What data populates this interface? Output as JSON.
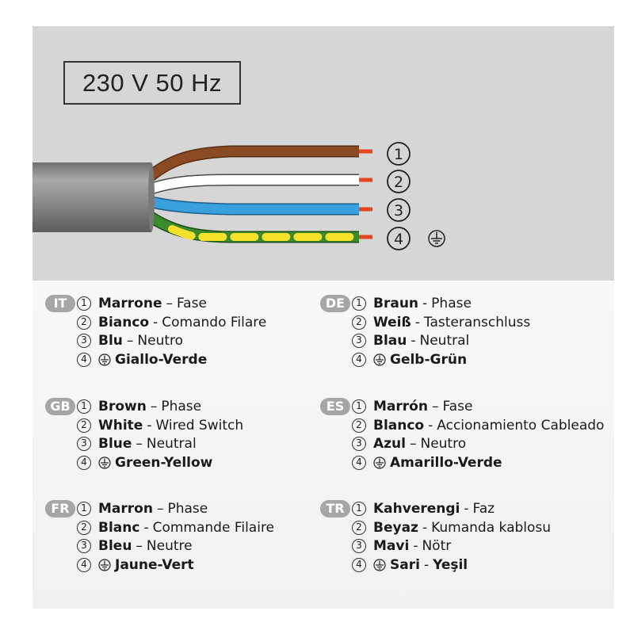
{
  "voltage_label": "230 V  50 Hz",
  "wire_numbers": [
    "1",
    "2",
    "3",
    "4"
  ],
  "wire_colors": {
    "brown": "#8a4a23",
    "white": "#ffffff",
    "blue": "#3aa0dd",
    "green": "#3b8a2e",
    "yellow": "#f5e12c",
    "tip": "#e4471f",
    "jacket": "#8f8f8f"
  },
  "languages": [
    {
      "code": "IT",
      "entries": [
        {
          "num": "1",
          "name": "Marrone",
          "sep": "–",
          "desc": "Fase"
        },
        {
          "num": "2",
          "name": "Bianco",
          "sep": "-",
          "desc": "Comando Filare"
        },
        {
          "num": "3",
          "name": "Blu",
          "sep": "–",
          "desc": "Neutro"
        },
        {
          "num": "4",
          "name": "Giallo-Verde",
          "sep": "",
          "desc": ""
        }
      ]
    },
    {
      "code": "DE",
      "entries": [
        {
          "num": "1",
          "name": "Braun",
          "sep": "-",
          "desc": "Phase"
        },
        {
          "num": "2",
          "name": "Weiß",
          "sep": "-",
          "desc": "Tasteranschluss"
        },
        {
          "num": "3",
          "name": "Blau",
          "sep": "-",
          "desc": "Neutral"
        },
        {
          "num": "4",
          "name": "Gelb-Grün",
          "sep": "",
          "desc": ""
        }
      ]
    },
    {
      "code": "GB",
      "entries": [
        {
          "num": "1",
          "name": "Brown",
          "sep": "–",
          "desc": "Phase"
        },
        {
          "num": "2",
          "name": "White",
          "sep": "-",
          "desc": "Wired Switch"
        },
        {
          "num": "3",
          "name": "Blue",
          "sep": "–",
          "desc": "Neutral"
        },
        {
          "num": "4",
          "name": "Green-Yellow",
          "sep": "",
          "desc": ""
        }
      ]
    },
    {
      "code": "ES",
      "entries": [
        {
          "num": "1",
          "name": "Marrón",
          "sep": "–",
          "desc": "Fase"
        },
        {
          "num": "2",
          "name": "Blanco",
          "sep": "-",
          "desc": "Accionamiento Cableado"
        },
        {
          "num": "3",
          "name": "Azul",
          "sep": "–",
          "desc": "Neutro"
        },
        {
          "num": "4",
          "name": "Amarillo-Verde",
          "sep": "",
          "desc": ""
        }
      ]
    },
    {
      "code": "FR",
      "entries": [
        {
          "num": "1",
          "name": "Marron",
          "sep": "–",
          "desc": "Phase"
        },
        {
          "num": "2",
          "name": "Blanc",
          "sep": "-",
          "desc": "Commande Filaire"
        },
        {
          "num": "3",
          "name": "Bleu",
          "sep": "–",
          "desc": "Neutre"
        },
        {
          "num": "4",
          "name": "Jaune-Vert",
          "sep": "",
          "desc": ""
        }
      ]
    },
    {
      "code": "TR",
      "entries": [
        {
          "num": "1",
          "name": "Kahverengi",
          "sep": "-",
          "desc": "Faz"
        },
        {
          "num": "2",
          "name": "Beyaz",
          "sep": "-",
          "desc": "Kumanda kablosu"
        },
        {
          "num": "3",
          "name": "Mavi",
          "sep": "-",
          "desc": "Nötr"
        },
        {
          "num": "4",
          "name": "Sari",
          "sep": "-",
          "desc": "Yeşil"
        }
      ]
    }
  ]
}
